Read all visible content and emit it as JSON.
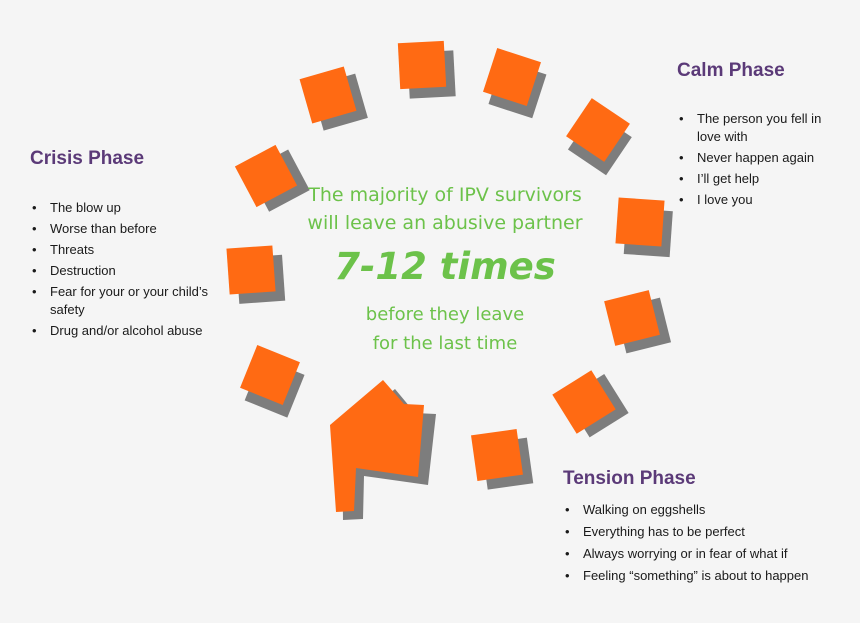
{
  "colors": {
    "background": "#f5f5f5",
    "tile": "#ff6a13",
    "tile_shadow": "#7d7d7d",
    "title": "#5b3a78",
    "center_text": "#6cc24a"
  },
  "center": {
    "line1": "The majority of IPV survivors",
    "line2": "will leave an abusive partner",
    "times": "7-12 times",
    "line3": "before they leave",
    "line4": "for the last time"
  },
  "crisis": {
    "title": "Crisis Phase",
    "items": [
      "The blow up",
      "Worse than before",
      "Threats",
      "Destruction",
      "Fear for your or your child’s safety",
      "Drug and/or alcohol abuse"
    ]
  },
  "calm": {
    "title": "Calm Phase",
    "items": [
      "The person you fell in love with",
      "Never happen again",
      "I’ll get help",
      "I love you"
    ]
  },
  "tension": {
    "title": "Tension Phase",
    "items": [
      "Walking on eggshells",
      "Everything has to be perfect",
      "Always worrying or in fear of what if",
      "Feeling “something” is about to happen"
    ]
  }
}
